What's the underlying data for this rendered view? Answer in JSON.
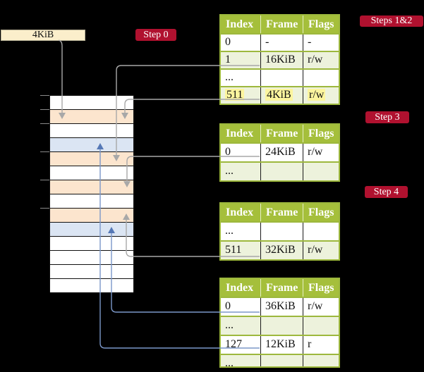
{
  "figure": {
    "description": "Multi-level page table walk: physical memory column with page-table pages (peach) and data pages (blue), plus four page-table contents tables",
    "background": "#000000"
  },
  "legend": {
    "frame_label": "4KiB"
  },
  "badges": {
    "step0": "Step 0",
    "steps12": "Steps 1&2",
    "step3": "Step 3",
    "step4": "Step 4"
  },
  "memory": {
    "rows": [
      {
        "fill": "white"
      },
      {
        "fill": "peach"
      },
      {
        "fill": "white"
      },
      {
        "fill": "blue"
      },
      {
        "fill": "peach"
      },
      {
        "fill": "white"
      },
      {
        "fill": "peach"
      },
      {
        "fill": "white"
      },
      {
        "fill": "peach"
      },
      {
        "fill": "blue"
      },
      {
        "fill": "white"
      },
      {
        "fill": "white"
      },
      {
        "fill": "white"
      },
      {
        "fill": "white"
      }
    ]
  },
  "tables": [
    {
      "headers": [
        "Index",
        "Frame",
        "Flags"
      ],
      "rows": [
        [
          "0",
          "-",
          "-"
        ],
        [
          "1",
          "16KiB",
          "r/w"
        ],
        [
          "...",
          "",
          ""
        ],
        [
          "511",
          "4KiB",
          "r/w"
        ]
      ],
      "highlighted_row": 3
    },
    {
      "headers": [
        "Index",
        "Frame",
        "Flags"
      ],
      "rows": [
        [
          "0",
          "24KiB",
          "r/w"
        ],
        [
          "...",
          "",
          ""
        ]
      ]
    },
    {
      "headers": [
        "Index",
        "Frame",
        "Flags"
      ],
      "rows": [
        [
          "...",
          "",
          ""
        ],
        [
          "511",
          "32KiB",
          "r/w"
        ]
      ]
    },
    {
      "headers": [
        "Index",
        "Frame",
        "Flags"
      ],
      "rows": [
        [
          "0",
          "36KiB",
          "r/w"
        ],
        [
          "...",
          "",
          ""
        ],
        [
          "127",
          "12KiB",
          "r"
        ],
        [
          "...",
          "",
          ""
        ]
      ]
    }
  ],
  "connectors": [
    {
      "color": "gray",
      "from": "4KiB legend box",
      "to": "memory row 2 (page at 4KiB)"
    },
    {
      "color": "gray",
      "from": "table1 entry 511 -> 4KiB",
      "to": "memory row 2"
    },
    {
      "color": "gray",
      "from": "table1 entry 1 -> 16KiB",
      "to": "memory row 5"
    },
    {
      "color": "gray",
      "from": "table2 entry 0 -> 24KiB",
      "to": "memory row 7"
    },
    {
      "color": "gray",
      "from": "table3 entry 511 -> 32KiB",
      "to": "memory row 9"
    },
    {
      "color": "blue",
      "from": "table4 entry 0 -> 36KiB",
      "to": "memory row 10"
    },
    {
      "color": "blue",
      "from": "table4 entry 127 -> 12KiB",
      "to": "memory row 4"
    }
  ],
  "colors": {
    "background": "#000000",
    "table_header": "#A5BF3B",
    "table_border": "#9DB83D",
    "table_row_green": "#EDF2DC",
    "memory_peach": "#FCE5CE",
    "memory_blue": "#DBE5F3",
    "legend_cream": "#FBEECB",
    "badge_red": "#B0112F",
    "highlight_yellow": "#FCF59E",
    "wire_gray": "#A8A8A8",
    "wire_blue": "#7B97C9"
  }
}
